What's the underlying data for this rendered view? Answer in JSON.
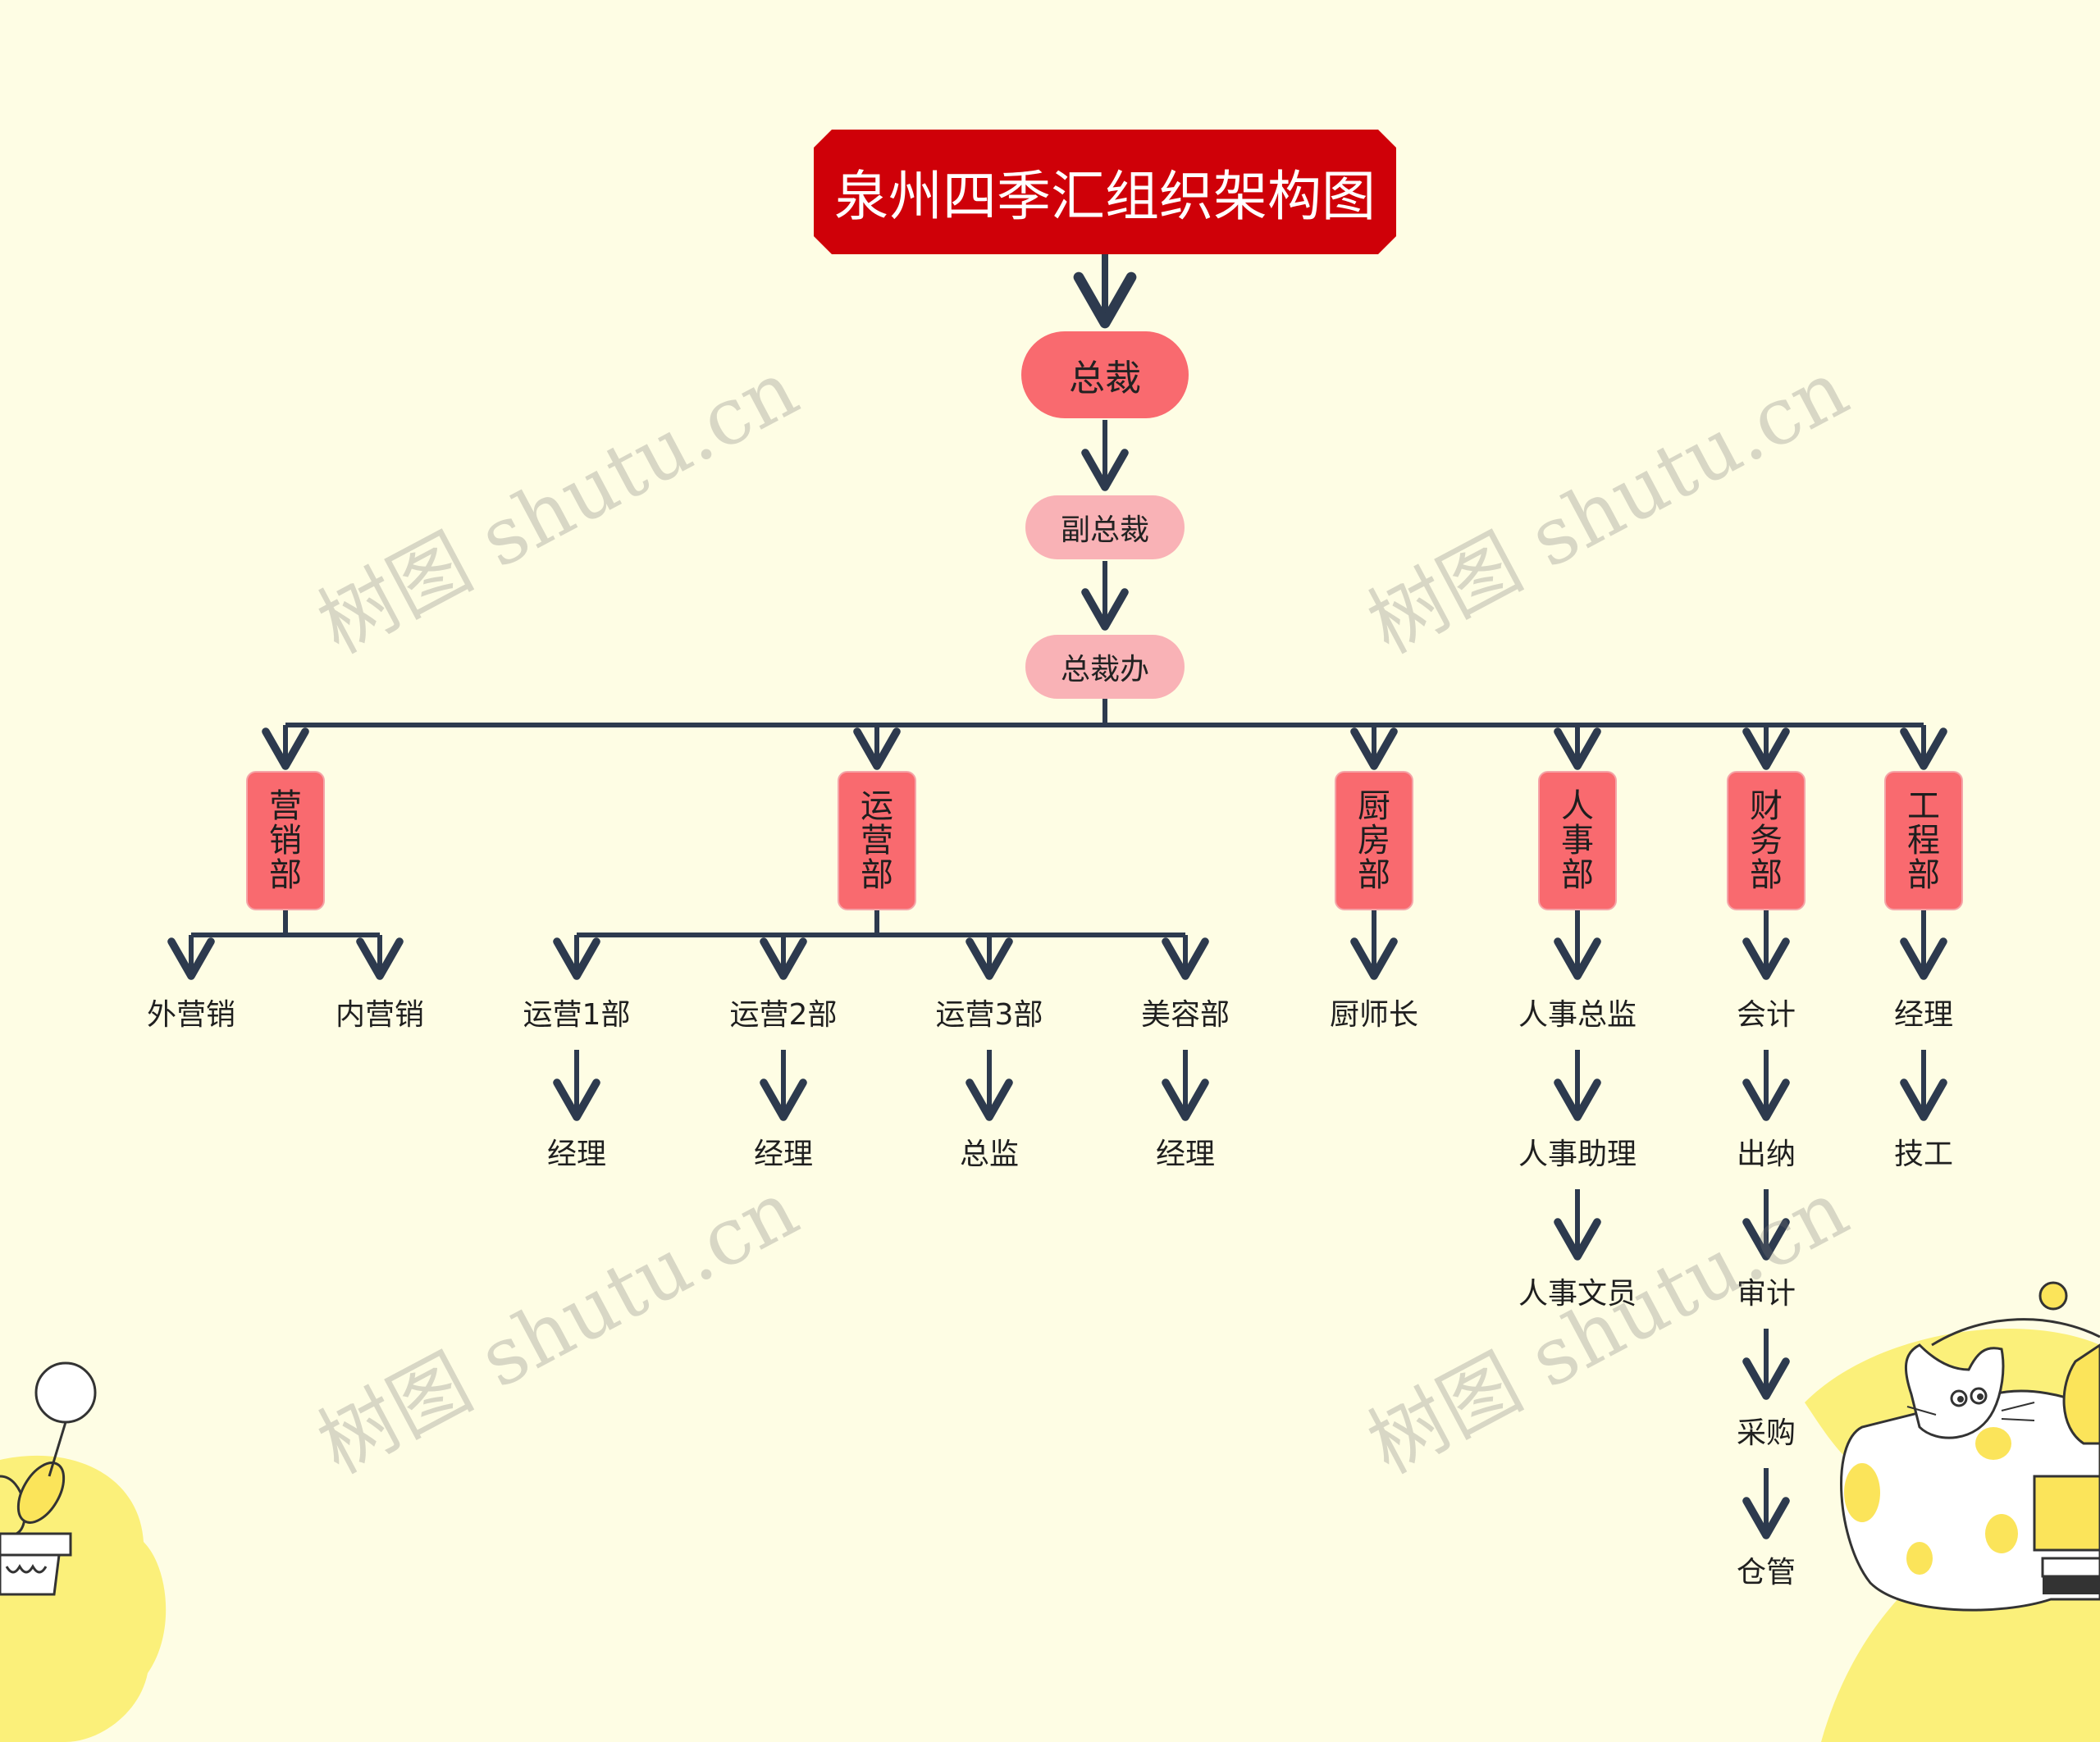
{
  "title": "泉州四季汇组织架构图",
  "colors": {
    "background": "#fefde4",
    "title_fill": "#cf0008",
    "node_strong": "#f96a6f",
    "node_soft": "#f9b2b6",
    "connector": "#2d3a4e",
    "decor_yellow": "#fbf07a"
  },
  "chain": {
    "president": "总裁",
    "vice_president": "副总裁",
    "office": "总裁办"
  },
  "departments": [
    {
      "id": "marketing",
      "label": "营销部"
    },
    {
      "id": "operations",
      "label": "运营部"
    },
    {
      "id": "kitchen",
      "label": "厨房部"
    },
    {
      "id": "hr",
      "label": "人事部"
    },
    {
      "id": "finance",
      "label": "财务部"
    },
    {
      "id": "engineering",
      "label": "工程部"
    }
  ],
  "leaves": {
    "marketing": [
      "外营销",
      "内营销"
    ],
    "operations": [
      "运营1部",
      "运营2部",
      "运营3部",
      "美容部"
    ],
    "operations_sub": [
      "经理",
      "经理",
      "总监",
      "经理"
    ],
    "kitchen": [
      "厨师长"
    ],
    "hr": [
      "人事总监",
      "人事助理",
      "人事文员"
    ],
    "finance": [
      "会计",
      "出纳",
      "审计",
      "采购",
      "仓管"
    ],
    "engineering": [
      "经理",
      "技工"
    ]
  },
  "watermark": "树图 shutu.cn",
  "icons": [
    "cat-illustration",
    "plant-pot-illustration",
    "lightbulb-illustration"
  ]
}
